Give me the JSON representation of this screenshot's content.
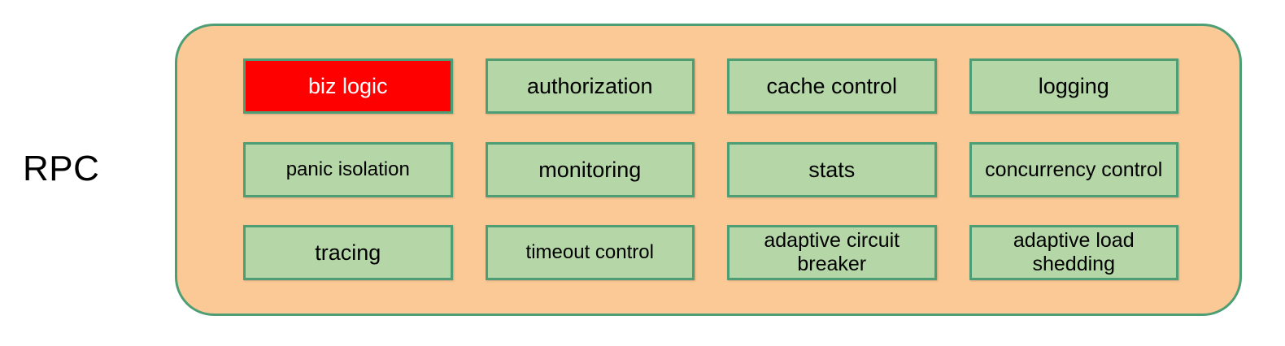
{
  "diagram": {
    "side_label": "RPC",
    "container_name": "rpc-framework-container",
    "colors": {
      "container_fill": "#fbc996",
      "container_border": "#4d9e75",
      "cell_fill": "#b5d6a7",
      "cell_border": "#4d9e75",
      "highlight_fill": "#ff0000",
      "highlight_text": "#ffffff",
      "text": "#000000",
      "background": "#ffffff"
    },
    "rows": [
      {
        "cells": [
          {
            "label": "biz logic",
            "highlight": true,
            "size": "normal"
          },
          {
            "label": "authorization",
            "highlight": false,
            "size": "normal"
          },
          {
            "label": "cache control",
            "highlight": false,
            "size": "normal"
          },
          {
            "label": "logging",
            "highlight": false,
            "size": "normal"
          }
        ]
      },
      {
        "cells": [
          {
            "label": "panic isolation",
            "highlight": false,
            "size": "small"
          },
          {
            "label": "monitoring",
            "highlight": false,
            "size": "normal"
          },
          {
            "label": "stats",
            "highlight": false,
            "size": "normal"
          },
          {
            "label": "concurrency control",
            "highlight": false,
            "size": "two-line"
          }
        ]
      },
      {
        "cells": [
          {
            "label": "tracing",
            "highlight": false,
            "size": "normal"
          },
          {
            "label": "timeout control",
            "highlight": false,
            "size": "small"
          },
          {
            "label": "adaptive circuit breaker",
            "highlight": false,
            "size": "two-line"
          },
          {
            "label": "adaptive load shedding",
            "highlight": false,
            "size": "two-line"
          }
        ]
      }
    ]
  }
}
